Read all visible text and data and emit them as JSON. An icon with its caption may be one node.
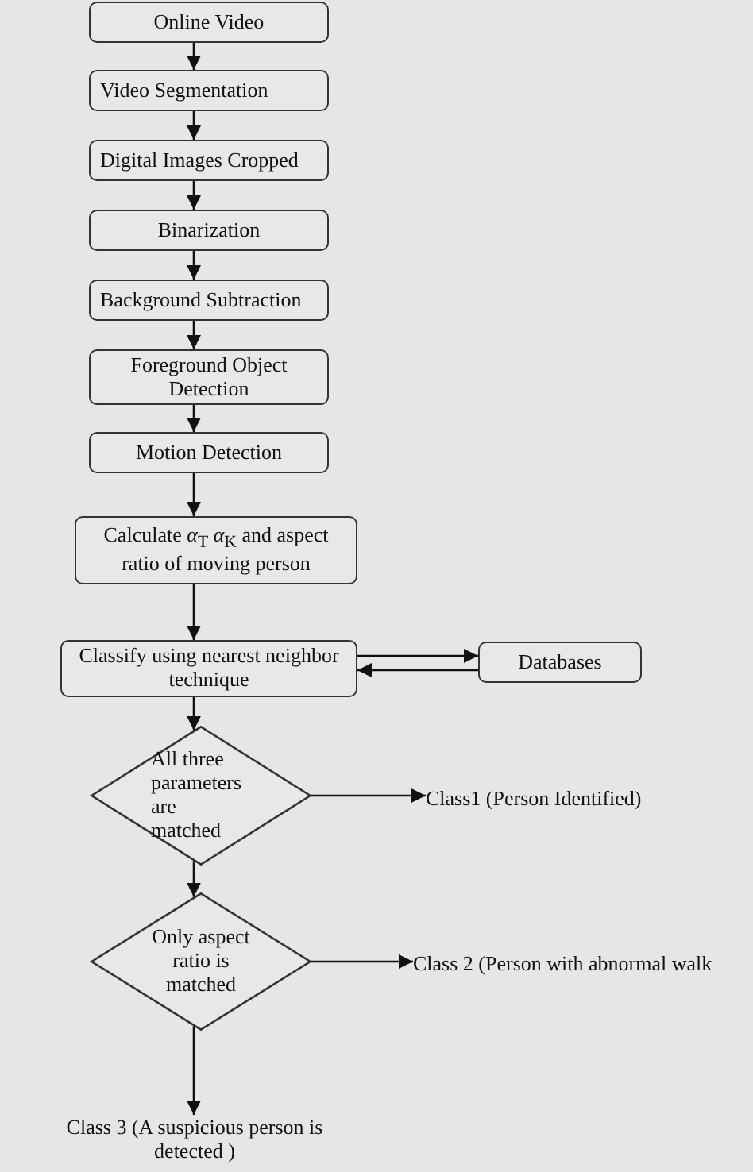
{
  "diagram": {
    "nodes": [
      {
        "text": [
          "Online Video"
        ]
      },
      {
        "text": [
          "Video Segmentation"
        ]
      },
      {
        "text": [
          "Digital Images Cropped"
        ]
      },
      {
        "text": [
          "Binarization"
        ]
      },
      {
        "text": [
          "Background Subtraction"
        ]
      },
      {
        "text": [
          "Foreground Object Detection"
        ]
      },
      {
        "text": [
          "Motion Detection"
        ]
      },
      {
        "text": [
          "Calculate *α*$_{T}$ *α*$_{K}$  and aspect ratio of moving person"
        ]
      },
      {
        "text": [
          "Classify using nearest neighbor technique"
        ]
      },
      {
        "text": [
          "Databases"
        ]
      },
      {
        "text": [
          "All three parameters are matched"
        ]
      },
      {
        "text": [
          "Class1 (Person Identified)"
        ]
      },
      {
        "text": [
          "Only aspect ratio is matched"
        ]
      },
      {
        "text": [
          "Class 2 (Person with abnormal walk"
        ]
      },
      {
        "text": [
          "Class 3 (A suspicious person is detected )"
        ]
      }
    ],
    "edges": [
      {
        "from": 0,
        "to": 1,
        "arrow": "to"
      },
      {
        "from": 1,
        "to": 2,
        "arrow": "to"
      },
      {
        "from": 2,
        "to": 3,
        "arrow": "to"
      },
      {
        "from": 3,
        "to": 4,
        "arrow": "to"
      },
      {
        "from": 4,
        "to": 5,
        "arrow": "to"
      },
      {
        "from": 5,
        "to": 6,
        "arrow": "to"
      },
      {
        "from": 6,
        "to": 7,
        "arrow": "to"
      },
      {
        "from": 7,
        "to": 8,
        "arrow": "to"
      },
      {
        "from": 8,
        "to": 9,
        "arrow": "to"
      },
      {
        "from": 9,
        "to": 8,
        "arrow": "to"
      },
      {
        "from": 8,
        "to": 10,
        "arrow": "to"
      },
      {
        "from": 10,
        "to": 11,
        "arrow": "to"
      },
      {
        "from": 10,
        "to": 12,
        "arrow": "to"
      },
      {
        "from": 12,
        "to": 13,
        "arrow": "to"
      },
      {
        "from": 12,
        "to": 14,
        "arrow": "to"
      }
    ]
  }
}
